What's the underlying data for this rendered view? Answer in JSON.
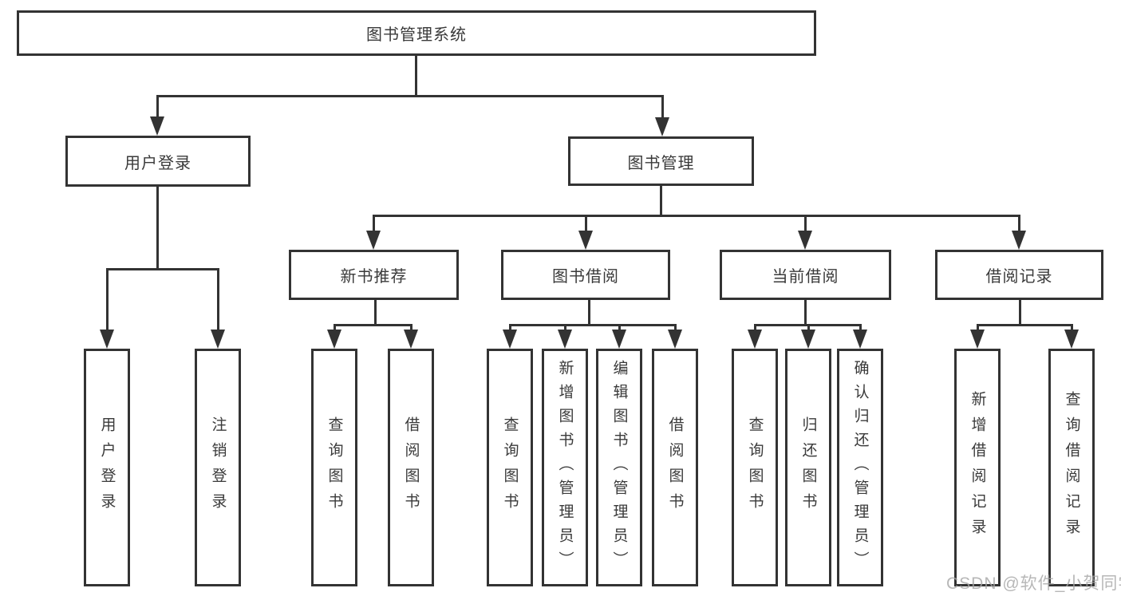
{
  "diagram": {
    "root": "图书管理系统",
    "branches": [
      {
        "label": "用户登录",
        "children": [
          "用户登录",
          "注销登录"
        ]
      },
      {
        "label": "图书管理",
        "groups": [
          {
            "label": "新书推荐",
            "children": [
              "查询图书",
              "借阅图书"
            ]
          },
          {
            "label": "图书借阅",
            "children": [
              "查询图书",
              "新增图书（管理员）",
              "编辑图书（管理员）",
              "借阅图书"
            ]
          },
          {
            "label": "当前借阅",
            "children": [
              "查询图书",
              "归还图书",
              "确认归还（管理员）"
            ]
          },
          {
            "label": "借阅记录",
            "children": [
              "新增借阅记录",
              "查询借阅记录"
            ]
          }
        ]
      }
    ]
  },
  "watermark": "CSDN @软件_小贺同学",
  "colors": {
    "line": "#333333",
    "text": "#3a3a3a",
    "watermark": "#a5a5a5",
    "background": "#ffffff"
  }
}
